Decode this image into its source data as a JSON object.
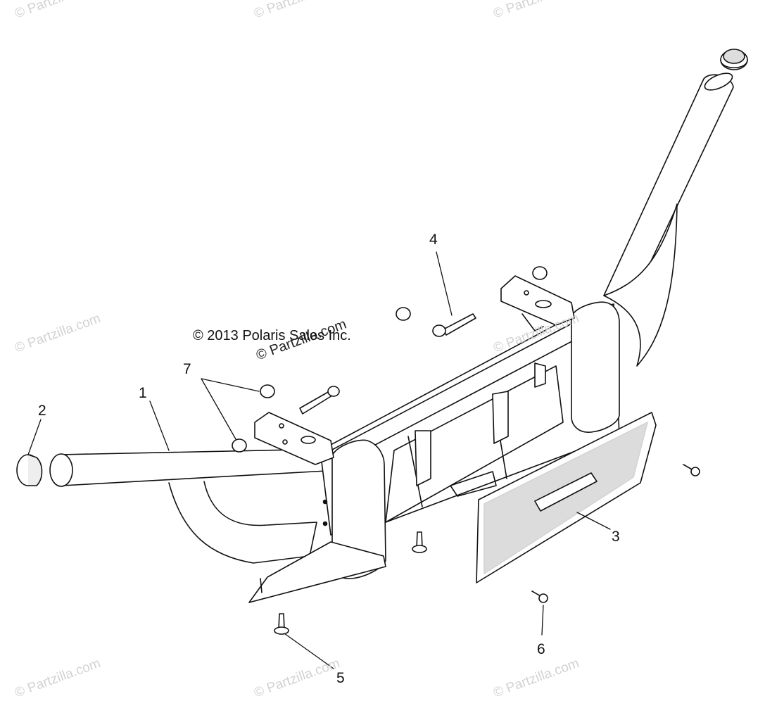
{
  "diagram": {
    "copyright": "© 2013 Polaris Sales Inc.",
    "watermark": "© Partzilla.com",
    "callouts": [
      {
        "id": "1",
        "label": "1"
      },
      {
        "id": "2",
        "label": "2"
      },
      {
        "id": "3",
        "label": "3"
      },
      {
        "id": "4",
        "label": "4"
      },
      {
        "id": "5",
        "label": "5"
      },
      {
        "id": "6",
        "label": "6"
      },
      {
        "id": "7",
        "label": "7"
      }
    ]
  }
}
